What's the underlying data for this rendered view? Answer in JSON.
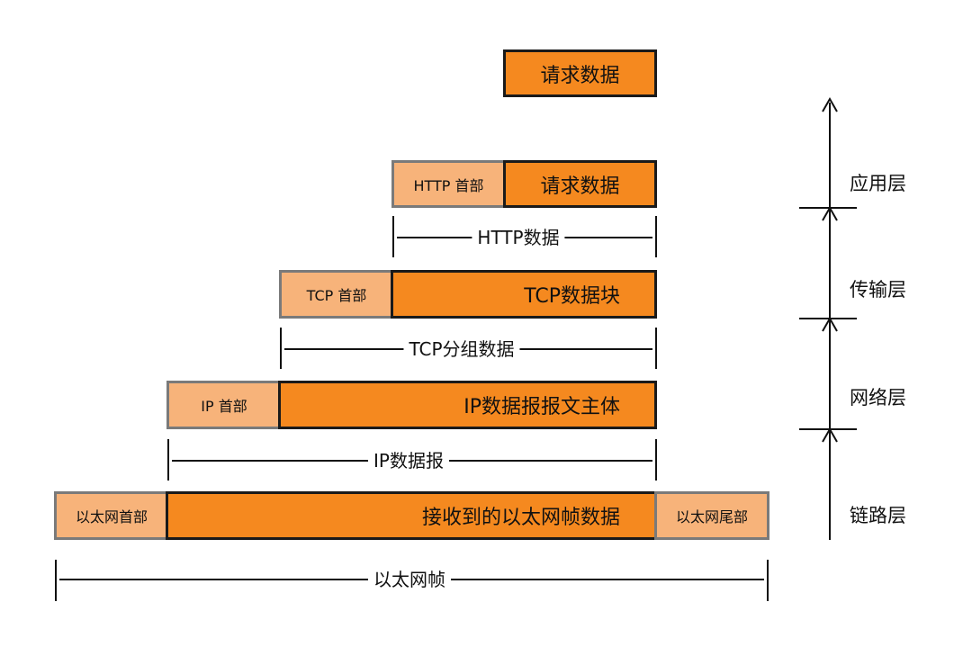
{
  "app": {
    "blocks": {
      "request": "请求数据",
      "http_header": "HTTP 首部",
      "http_body": "请求数据",
      "tcp_header": "TCP 首部",
      "tcp_body": "TCP数据块",
      "ip_header": "IP 首部",
      "ip_body": "IP数据报报文主体",
      "eth_header": "以太网首部",
      "eth_body": "接收到的以太网帧数据",
      "eth_trailer": "以太网尾部"
    },
    "spans": {
      "http_data": "HTTP数据",
      "tcp_segment": "TCP分组数据",
      "ip_datagram": "IP数据报",
      "ethernet_frame": "以太网帧"
    },
    "layers": [
      "应用层",
      "传输层",
      "网络层",
      "链路层"
    ],
    "colors": {
      "data_fill": "#f5891f",
      "header_fill": "#f7b37a",
      "data_border": "#1a1a1a",
      "header_border": "#7a7a7a"
    }
  }
}
